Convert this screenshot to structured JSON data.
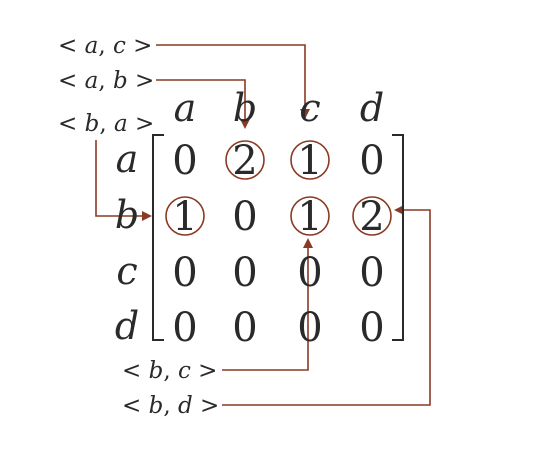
{
  "matrix": {
    "column_labels": [
      "a",
      "b",
      "c",
      "d"
    ],
    "row_labels": [
      "a",
      "b",
      "c",
      "d"
    ],
    "rows": [
      [
        "0",
        "2",
        "1",
        "0"
      ],
      [
        "1",
        "0",
        "1",
        "2"
      ],
      [
        "0",
        "0",
        "0",
        "0"
      ],
      [
        "0",
        "0",
        "0",
        "0"
      ]
    ],
    "highlighted_cells": [
      [
        0,
        1
      ],
      [
        0,
        2
      ],
      [
        1,
        0
      ],
      [
        1,
        2
      ],
      [
        1,
        3
      ]
    ]
  },
  "edges": [
    {
      "open": "<",
      "from": "a",
      "to": "c",
      "close": ">",
      "target_cell": [
        0,
        2
      ]
    },
    {
      "open": "<",
      "from": "a",
      "to": "b",
      "close": ">",
      "target_cell": [
        0,
        1
      ]
    },
    {
      "open": "<",
      "from": "b",
      "to": "a",
      "close": ">",
      "target_cell": [
        1,
        0
      ]
    },
    {
      "open": "<",
      "from": "b",
      "to": "c",
      "close": ">",
      "target_cell": [
        1,
        2
      ]
    },
    {
      "open": "<",
      "from": "b",
      "to": "d",
      "close": ">",
      "target_cell": [
        1,
        3
      ]
    }
  ],
  "colors": {
    "arrow": "#8a3a24",
    "text": "#2a2a2a",
    "bracket": "#2a2a2a"
  }
}
